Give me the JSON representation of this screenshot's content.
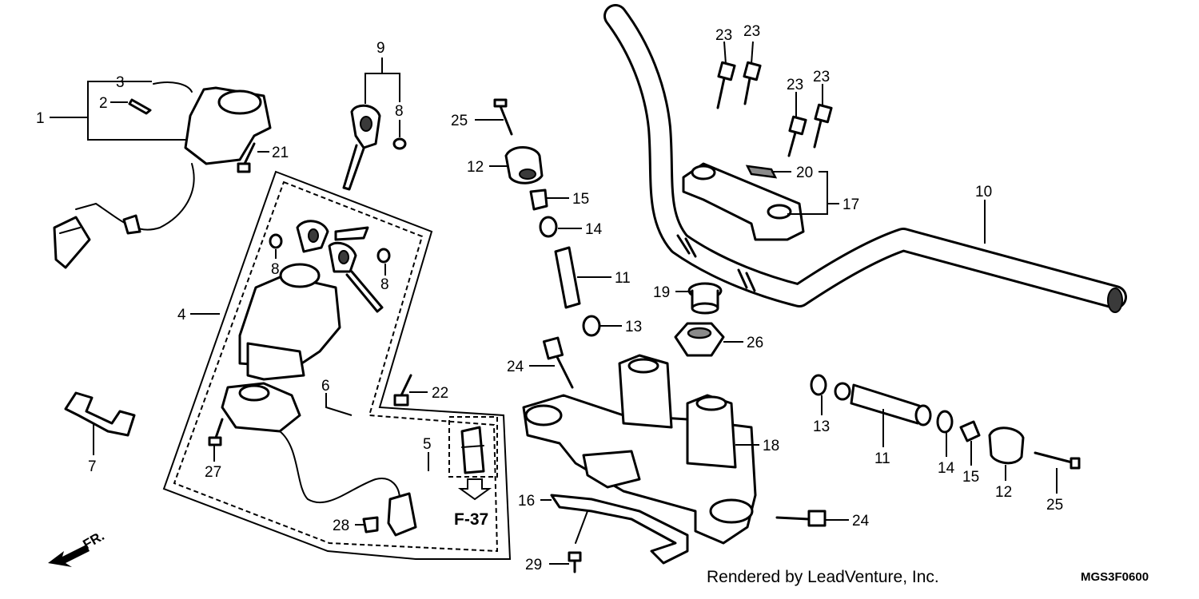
{
  "diagram": {
    "callouts": {
      "c1": "1",
      "c2": "2",
      "c3": "3",
      "c4": "4",
      "c5": "5",
      "c6": "6",
      "c7": "7",
      "c8a": "8",
      "c8b": "8",
      "c8c": "8",
      "c9": "9",
      "c10": "10",
      "c11a": "11",
      "c11b": "11",
      "c12a": "12",
      "c12b": "12",
      "c13a": "13",
      "c13b": "13",
      "c14a": "14",
      "c14b": "14",
      "c15a": "15",
      "c15b": "15",
      "c16": "16",
      "c17": "17",
      "c18": "18",
      "c19": "19",
      "c20": "20",
      "c21": "21",
      "c22": "22",
      "c23a": "23",
      "c23b": "23",
      "c23c": "23",
      "c23d": "23",
      "c24a": "24",
      "c24b": "24",
      "c25a": "25",
      "c25b": "25",
      "c26": "26",
      "c27": "27",
      "c28": "28",
      "c29": "29"
    },
    "ref_label": "F-37",
    "direction_label": "FR.",
    "credit": "Rendered by LeadVenture, Inc.",
    "drawing_code": "MGS3F0600"
  }
}
